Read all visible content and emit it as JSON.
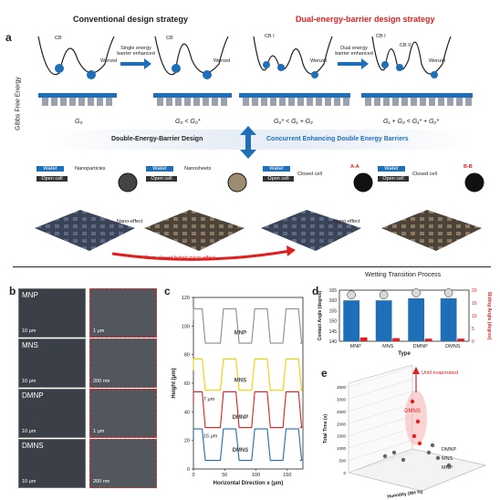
{
  "panel_a": {
    "letter": "a",
    "conventional_title": "Conventional design strategy",
    "dual_title": "Dual-energy-barrier design strategy",
    "y_axis_label": "Gibbs Free Energy",
    "cb_label": "CB",
    "wenzel_label": "Wenzel",
    "cb1_label": "CB I",
    "cb2_label": "CB II",
    "single_enhanced": "Single energy barrier enhanced",
    "dual_enhanced": "Dual energy barrier enhanced",
    "eq1": "G₀",
    "eq2": "G₀ < G₀*",
    "eq3": "G₀* < G₁ + G₂",
    "eq4": "G₁ + G₂ < G₁* + G₂*",
    "double_barrier_design": "Double-Energy-Barrier Design",
    "concurrent_enhancing": "Concurrent Enhancing Double Energy Barriers",
    "water": "Water",
    "open_cell": "Open cell",
    "closed_cell": "Closed cell",
    "nanoparticles": "Nanoparticles",
    "nanosheets": "Nanosheets",
    "nano_effect": "Nano-effect",
    "section_aa": "A-A",
    "section_bb": "B-B",
    "hybrid_effect": "Open-closed hybrid micro-effect",
    "wetting_process": "Wetting Transition Process",
    "colors": {
      "blue": "#1f6fb8",
      "red": "#e02020"
    }
  },
  "panel_b": {
    "letter": "b",
    "rows": [
      {
        "name": "MNP",
        "scale_left": "10 μm",
        "scale_right": "1 μm"
      },
      {
        "name": "MNS",
        "scale_left": "10 μm",
        "scale_right": "200 nm"
      },
      {
        "name": "DMNP",
        "scale_left": "10 μm",
        "scale_right": "1 μm"
      },
      {
        "name": "DMNS",
        "scale_left": "10 μm",
        "scale_right": "200 nm"
      }
    ]
  },
  "panel_c": {
    "letter": "c",
    "chart_data": {
      "type": "line",
      "xlabel": "Horizontal Direction x (μm)",
      "ylabel": "Height (μm)",
      "xlim": [
        0,
        175
      ],
      "ylim": [
        0,
        120
      ],
      "x_ticks": [
        0,
        50,
        100,
        150
      ],
      "y_ticks": [
        0,
        20,
        40,
        60,
        80,
        100,
        120
      ],
      "annotations": [
        "7 μm",
        "15 μm"
      ],
      "series": [
        {
          "name": "MNP",
          "color": "#8c8c8c",
          "base": 88,
          "top": 112
        },
        {
          "name": "MNS",
          "color": "#f0d000",
          "base": 55,
          "top": 77
        },
        {
          "name": "DMNP",
          "color": "#e02020",
          "base": 29,
          "top": 54
        },
        {
          "name": "DMNS",
          "color": "#1f6fb8",
          "base": 6,
          "top": 28
        }
      ]
    }
  },
  "panel_d": {
    "letter": "d",
    "chart_data": {
      "type": "bar",
      "categories": [
        "MNP",
        "MNS",
        "DMNP",
        "DMNS"
      ],
      "xlabel": "Type",
      "ylabel": "Contact Angle (degree)",
      "ylabel_right": "Sliding Angle (degree)",
      "ylim": [
        140,
        165
      ],
      "ylim_right": [
        0,
        20
      ],
      "y_ticks": [
        140,
        145,
        150,
        155,
        160,
        165
      ],
      "y_ticks_right": [
        0,
        5,
        10,
        15,
        20
      ],
      "series": [
        {
          "name": "Contact Angle",
          "color": "#1f6fb8",
          "values": [
            160,
            160,
            161,
            161
          ]
        },
        {
          "name": "Sliding Angle",
          "color": "#e02020",
          "values": [
            1.5,
            1.2,
            1.0,
            1.0
          ]
        }
      ]
    }
  },
  "panel_e": {
    "letter": "e",
    "chart_data": {
      "type": "scatter",
      "xlabel": "Humidity (RH %)",
      "ylabel": "Total Time (s)",
      "z_ticks": [
        0,
        500,
        1000,
        1500,
        2000,
        2500,
        3000,
        3500
      ],
      "points": [
        "DMNS",
        "DMNP",
        "MNS",
        "MNP"
      ],
      "annotation": "Until evaporated"
    }
  }
}
